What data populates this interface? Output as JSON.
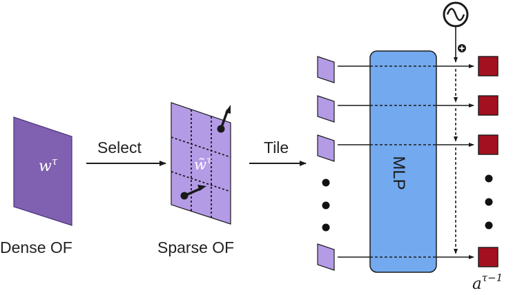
{
  "labels": {
    "dense": "Dense OF",
    "sparse": "Sparse OF",
    "select": "Select",
    "tile": "Tile",
    "mlp": "MLP"
  },
  "math": {
    "w_base": "w",
    "w_sup": "τ",
    "wtilde_base": "w̃",
    "wtilde_sup": "τ",
    "a_base": "a",
    "a_sup": "τ−1"
  },
  "colors": {
    "dense_fill": "#8060b0",
    "sparse_fill": "#b49be6",
    "mlp_fill": "#73a9ee",
    "output_fill": "#a3101f",
    "stroke": "#1a1a1a"
  },
  "icons": {
    "noise_source": "sine-wave-circle-icon",
    "sum": "plus-circle-icon"
  }
}
